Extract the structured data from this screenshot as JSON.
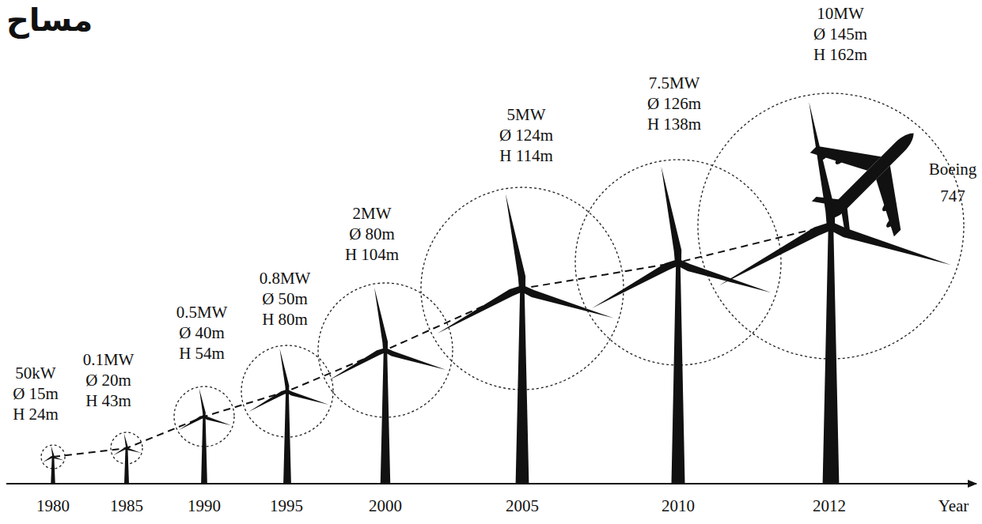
{
  "diagram": {
    "title": "مساح",
    "labels": [
      "50kW",
      "Ø 15m",
      "H 24m",
      "0.1MW",
      "Ø 20m",
      "H 43m",
      "0.5MW",
      "Ø 40m",
      "H 54m",
      "0.8MW",
      "Ø 50m",
      "H 80m",
      "2MW",
      "Ø 80m",
      "H 104m",
      "5MW",
      "Ø 124m",
      "H 114m",
      "7.5MW",
      "Ø 126m",
      "H 138m",
      "10MW",
      "Ø 145m",
      "H 162m",
      "1980",
      "1985",
      "1990",
      "1995",
      "2000",
      "2005",
      "2010",
      "2012",
      "Year",
      "Boeing 747"
    ]
  }
}
